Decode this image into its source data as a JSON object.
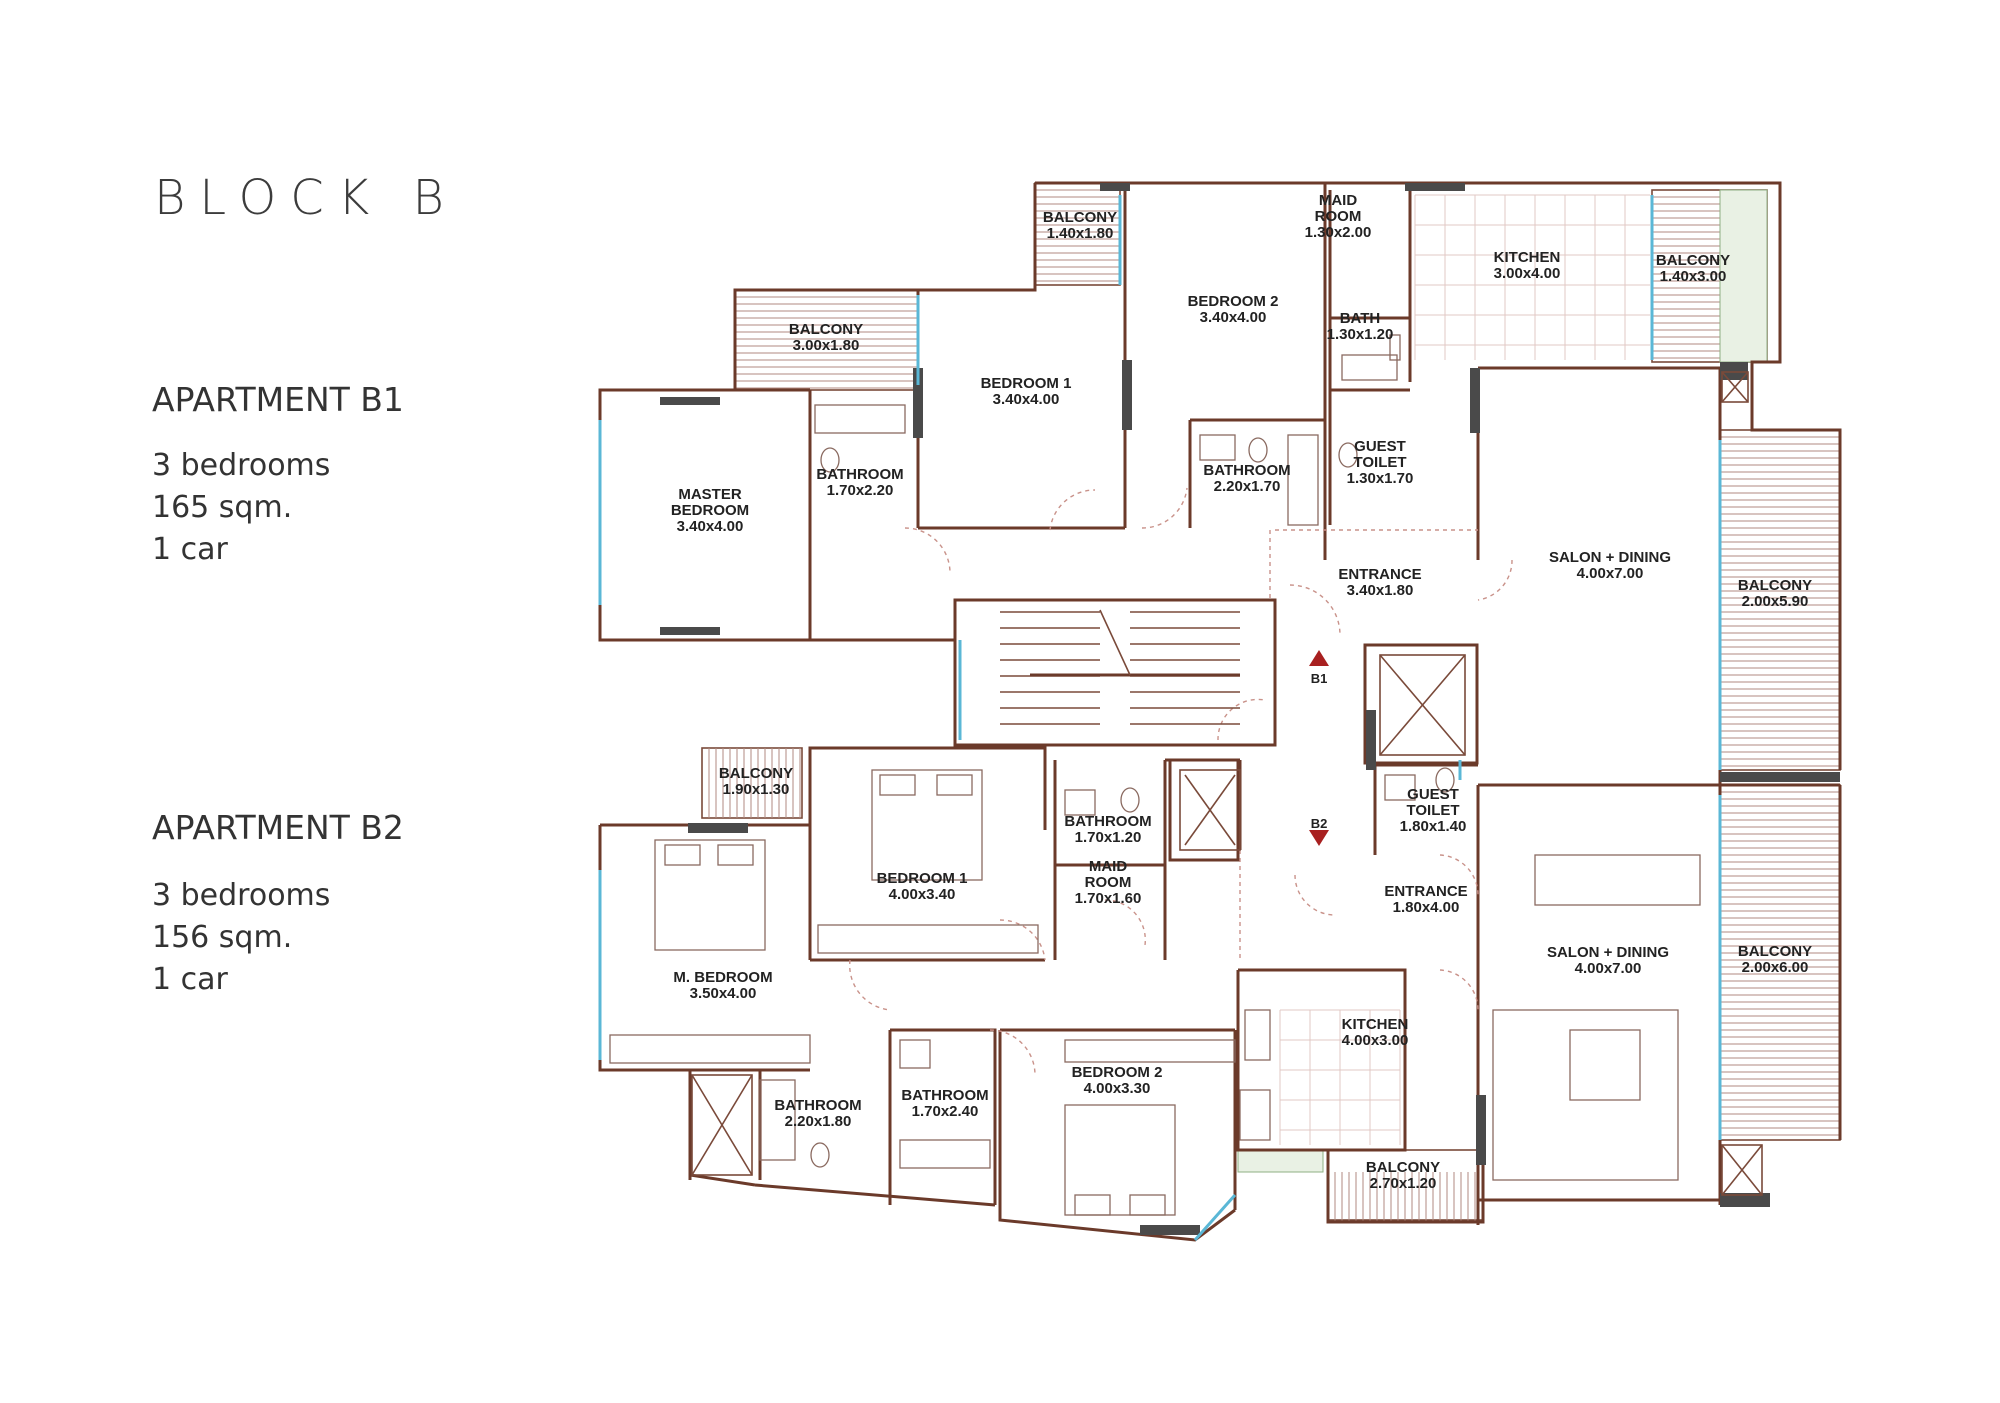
{
  "block_title": "BLOCK B",
  "apartments": [
    {
      "name": "APARTMENT B1",
      "bedrooms": "3 bedrooms",
      "area": "165 sqm.",
      "parking": "1 car"
    },
    {
      "name": "APARTMENT B2",
      "bedrooms": "3 bedrooms",
      "area": "156 sqm.",
      "parking": "1 car"
    }
  ],
  "rooms": {
    "b1_balcony_a": [
      "BALCONY",
      "1.40x1.80"
    ],
    "b1_balcony_b": [
      "BALCONY",
      "3.00x1.80"
    ],
    "b1_master_bedroom": [
      "MASTER",
      "BEDROOM",
      "3.40x4.00"
    ],
    "b1_bathroom_a": [
      "BATHROOM",
      "1.70x2.20"
    ],
    "b1_bedroom_1": [
      "BEDROOM 1",
      "3.40x4.00"
    ],
    "b1_bedroom_2": [
      "BEDROOM 2",
      "3.40x4.00"
    ],
    "b1_bathroom_b": [
      "BATHROOM",
      "2.20x1.70"
    ],
    "b1_maid_room": [
      "MAID",
      "ROOM",
      "1.30x2.00"
    ],
    "b1_bath": [
      "BATH",
      "1.30x1.20"
    ],
    "b1_guest_toilet": [
      "GUEST",
      "TOILET",
      "1.30x1.70"
    ],
    "b1_kitchen": [
      "KITCHEN",
      "3.00x4.00"
    ],
    "b1_balcony_c": [
      "BALCONY",
      "1.40x3.00"
    ],
    "b1_entrance": [
      "ENTRANCE",
      "3.40x1.80"
    ],
    "b1_salon": [
      "SALON + DINING",
      "4.00x7.00"
    ],
    "b1_balcony_d": [
      "BALCONY",
      "2.00x5.90"
    ],
    "b2_balcony_a": [
      "BALCONY",
      "1.90x1.30"
    ],
    "b2_bedroom_1": [
      "BEDROOM 1",
      "4.00x3.40"
    ],
    "b2_bathroom_a": [
      "BATHROOM",
      "1.70x1.20"
    ],
    "b2_maid_room": [
      "MAID",
      "ROOM",
      "1.70x1.60"
    ],
    "b2_guest_toilet": [
      "GUEST",
      "TOILET",
      "1.80x1.40"
    ],
    "b2_m_bedroom": [
      "M. BEDROOM",
      "3.50x4.00"
    ],
    "b2_entrance": [
      "ENTRANCE",
      "1.80x4.00"
    ],
    "b2_salon": [
      "SALON + DINING",
      "4.00x7.00"
    ],
    "b2_balcony_b": [
      "BALCONY",
      "2.00x6.00"
    ],
    "b2_kitchen": [
      "KITCHEN",
      "4.00x3.00"
    ],
    "b2_bathroom_b": [
      "BATHROOM",
      "2.20x1.80"
    ],
    "b2_bathroom_c": [
      "BATHROOM",
      "1.70x2.40"
    ],
    "b2_bedroom_2": [
      "BEDROOM 2",
      "4.00x3.30"
    ],
    "b2_balcony_c": [
      "BALCONY",
      "2.70x1.20"
    ]
  },
  "markers": {
    "b1": "B1",
    "b2": "B2"
  },
  "colors": {
    "wall": "#6b3a2a",
    "glazing": "#5ab7d6",
    "marker": "#a82020",
    "planter": "#8fb083"
  }
}
